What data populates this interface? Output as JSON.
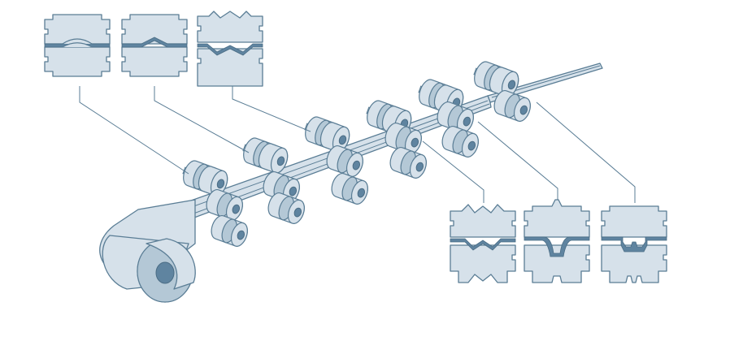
{
  "diagram": {
    "palette": {
      "fill": "#d6e1ea",
      "fill_mid": "#b4c8d6",
      "stroke": "#5a7d95",
      "dark": "#5f84a0",
      "background": "#ffffff"
    },
    "stages": [
      {
        "id": "stage-1",
        "profile": "shallow-arc"
      },
      {
        "id": "stage-2",
        "profile": "v-groove"
      },
      {
        "id": "stage-3",
        "profile": "double-v"
      },
      {
        "id": "stage-4",
        "profile": "deep-v"
      },
      {
        "id": "stage-5",
        "profile": "u-channel"
      },
      {
        "id": "stage-6",
        "profile": "closed-tube"
      }
    ]
  }
}
